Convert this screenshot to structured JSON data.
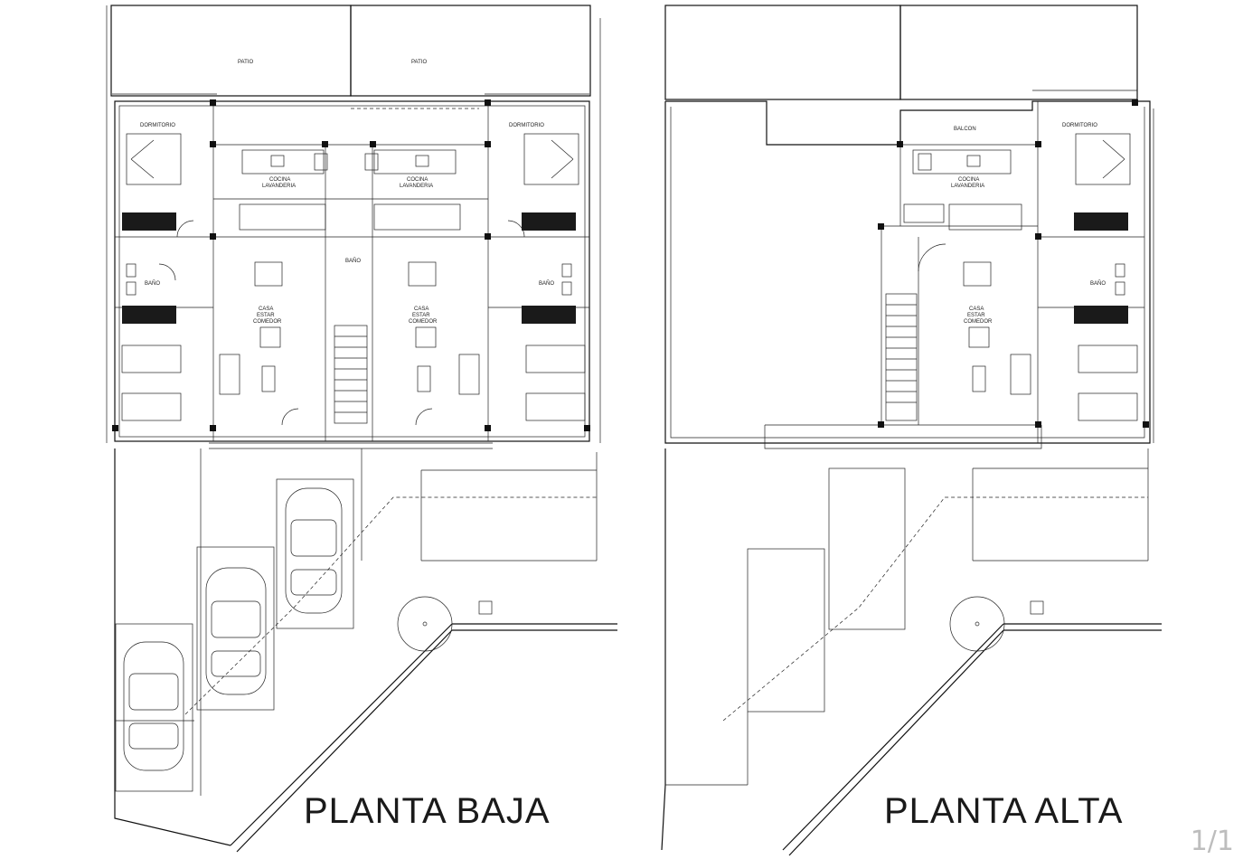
{
  "titles": {
    "ground_floor": "PLANTA BAJA",
    "upper_floor": "PLANTA ALTA"
  },
  "rooms": {
    "patio": "PATIO",
    "dormitorio": "DORMITORIO",
    "cocina": "COCINA",
    "lavanderia": "LAVANDERIA",
    "bano": "BAÑO",
    "casa": "CASA",
    "estar": "ESTAR",
    "comedor": "COMEDOR",
    "balcon": "BALCON"
  },
  "page_indicator": "1/1"
}
